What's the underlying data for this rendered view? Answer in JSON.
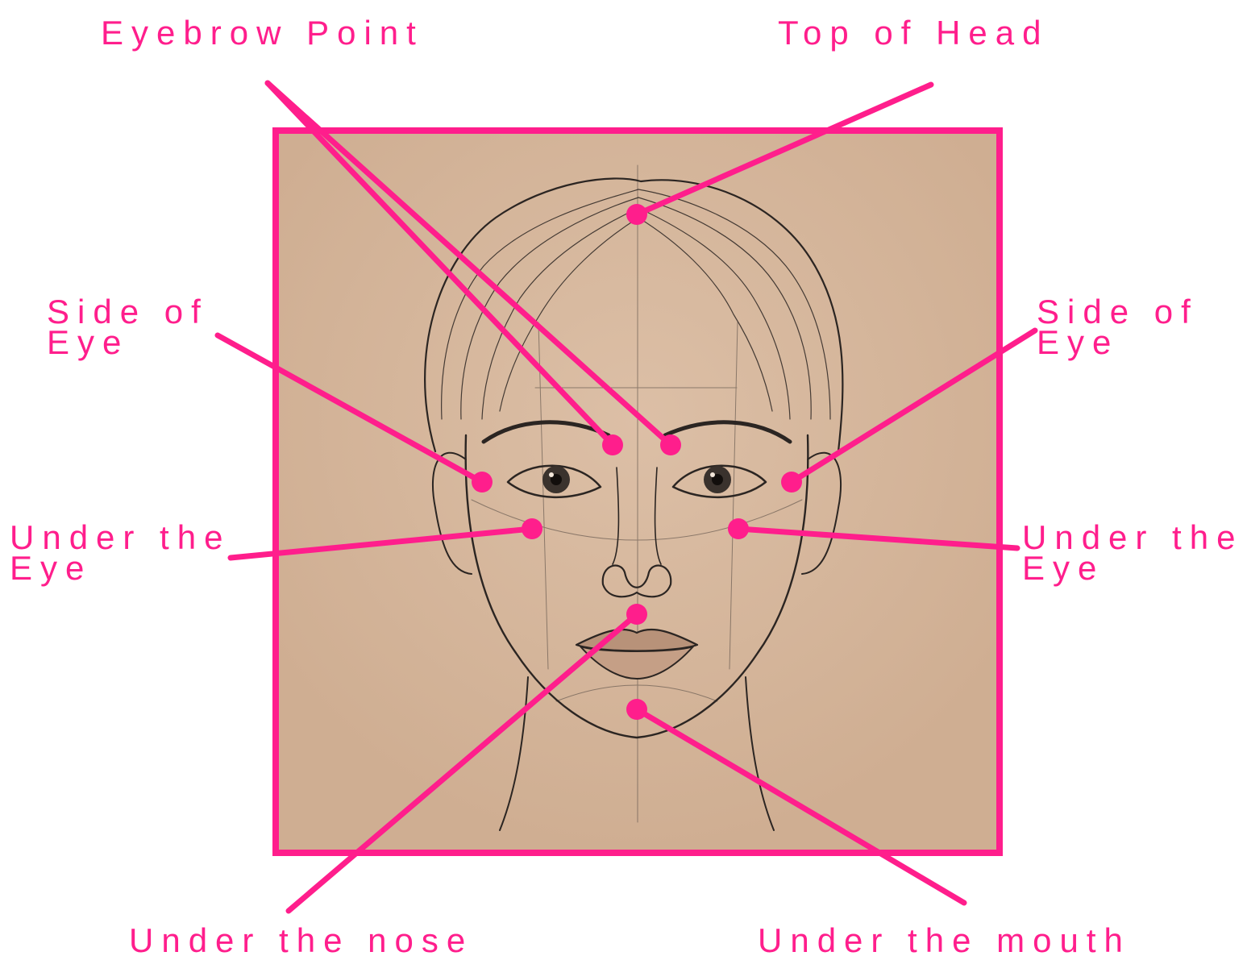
{
  "accent_color": "#ff1e8c",
  "panel_color": "#d7b497",
  "labels": {
    "eyebrow_point": "Eyebrow Point",
    "top_of_head": "Top of Head",
    "side_of_eye_left": "Side of\nEye",
    "side_of_eye_right": "Side of\nEye",
    "under_eye_left": "Under the\nEye",
    "under_eye_right": "Under the\nEye",
    "under_nose": "Under the nose",
    "under_mouth": "Under the mouth"
  },
  "icons": {
    "illustration": "face-sketch-illustration",
    "marker": "pink-dot-marker"
  }
}
